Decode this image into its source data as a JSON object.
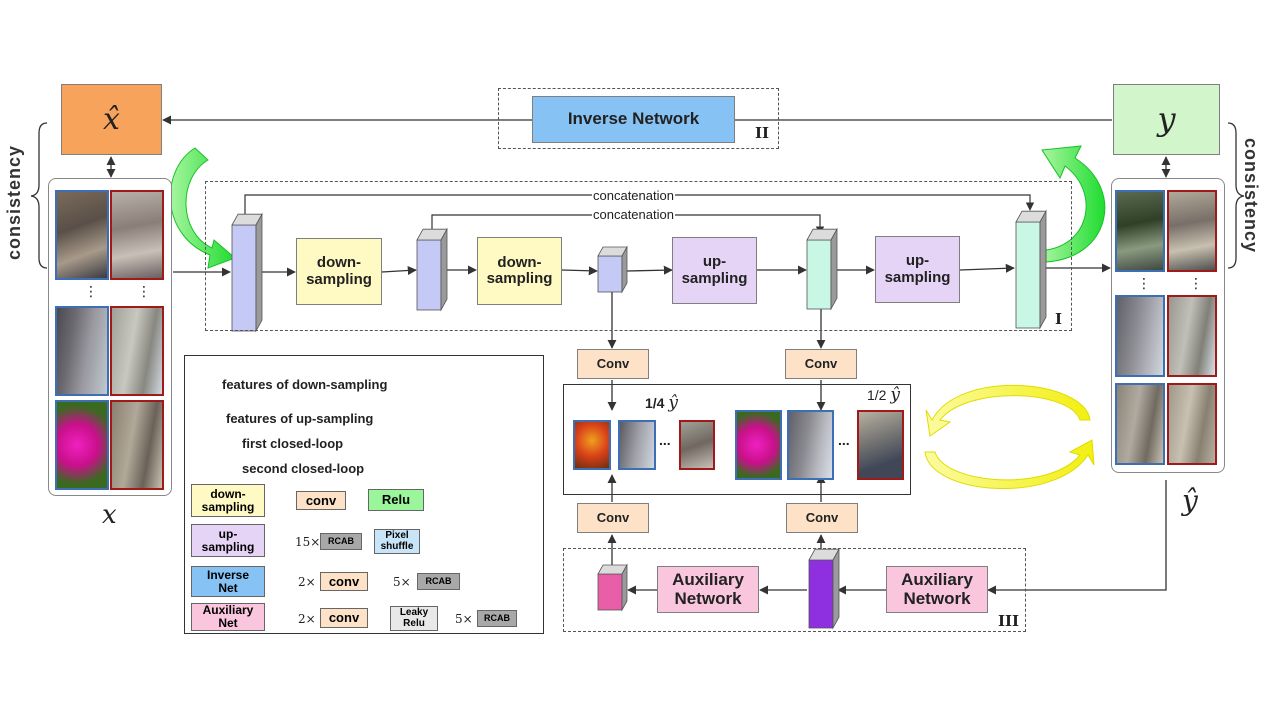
{
  "top": {
    "x_hat": "x̂",
    "y": "y",
    "inverse_network": "Inverse Network",
    "roman_ii": "II"
  },
  "side": {
    "consistency_left": "consistency",
    "consistency_right": "consistency",
    "x_label": "x",
    "y_hat_label": "ŷ",
    "dots": "⋮"
  },
  "main": {
    "concat_1": "concatenation",
    "concat_2": "concatenation",
    "down1": "down-\nsampling",
    "down2": "down-\nsampling",
    "up1": "up-\nsampling",
    "up2": "up-\nsampling",
    "roman_i": "I"
  },
  "outputs": {
    "conv": "Conv",
    "quarter": "1/4",
    "half": "1/2",
    "y_hat": "ŷ",
    "ellipsis": "..."
  },
  "aux": {
    "aux_net_1": "Auxiliary\nNetwork",
    "aux_net_2": "Auxiliary\nNetwork",
    "roman_iii": "III"
  },
  "legend": {
    "feat_down": "features of down-sampling",
    "feat_up": "features of up-sampling",
    "first_loop": "first closed-loop",
    "second_loop": "second closed-loop",
    "down_label": "down-\nsampling",
    "up_label": "up-\nsampling",
    "inv_label": "Inverse\nNet",
    "aux_label": "Auxiliary\nNet",
    "conv": "conv",
    "relu": "Relu",
    "rcab": "RCAB",
    "pixel_shuffle": "Pixel\nshuffle",
    "leaky_relu": "Leaky\nRelu",
    "n15": "15×",
    "n2a": "2×",
    "n5a": "5×",
    "n2b": "2×",
    "n5b": "5×"
  },
  "colors": {
    "x_hat_box": "#f7a35c",
    "y_box": "#d2f5cc",
    "inverse_box": "#87c2f4",
    "down_feature": "#c5c9f5",
    "up_feature": "#c9f7e6",
    "green_arrow": "#22e03a",
    "yellow_arrow": "#f5f520",
    "aux_pink": "#f9c6de",
    "aux_feature_pink": "#e85fa8",
    "aux_feature_purple": "#8e2fe0",
    "thumb_blue": "#3d6fb4",
    "thumb_red": "#a01a1a"
  }
}
